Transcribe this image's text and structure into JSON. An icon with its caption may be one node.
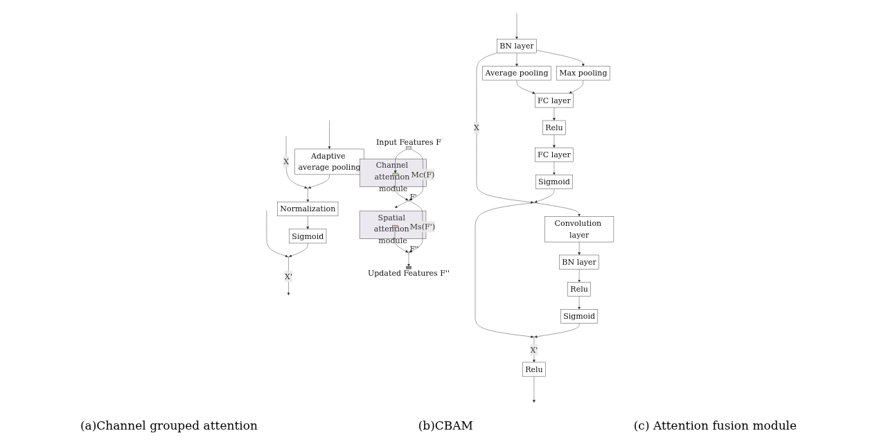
{
  "diagram": {
    "nodes": [
      {
        "text": [
          "Adaptive average pooling"
        ]
      },
      {
        "text": [],
        "shape": "circle"
      },
      {
        "text": [
          "Normalization"
        ]
      },
      {
        "text": [
          "Sigmoid"
        ]
      },
      {
        "text": [],
        "shape": "circle"
      },
      {
        "text": [],
        "shape": "box",
        "beside": [
          "Input Features F"
        ]
      },
      {
        "text": [
          "Channel attention module"
        ]
      },
      {
        "text": [],
        "shape": "box",
        "in": 6
      },
      {
        "text": [],
        "shape": "circle",
        "beside": [
          "F'"
        ]
      },
      {
        "text": [
          "Spatial attention module"
        ]
      },
      {
        "text": [],
        "shape": "box",
        "in": 9
      },
      {
        "text": [],
        "shape": "circle",
        "beside": [
          "F''"
        ]
      },
      {
        "text": [],
        "shape": "box",
        "beside": [
          "Updated Features F''"
        ]
      },
      {
        "text": [
          "BN layer"
        ]
      },
      {
        "text": [
          "Average pooling"
        ]
      },
      {
        "text": [
          "Max pooling"
        ]
      },
      {
        "text": [
          "FC layer"
        ]
      },
      {
        "text": [
          "Relu"
        ]
      },
      {
        "text": [
          "FC layer"
        ]
      },
      {
        "text": [
          "Sigmoid"
        ]
      },
      {
        "text": [],
        "shape": "circle"
      },
      {
        "text": [
          "Convolution layer"
        ]
      },
      {
        "text": [
          "BN layer"
        ]
      },
      {
        "text": [
          "Relu"
        ]
      },
      {
        "text": [
          "Sigmoid"
        ]
      },
      {
        "text": [],
        "shape": "circle"
      },
      {
        "text": [
          "Relu"
        ]
      }
    ],
    "edges": [
      {
        "from": null,
        "to": 0,
        "arrow": "to"
      },
      {
        "from": null,
        "to": 1,
        "arrow": "to",
        "label": "X"
      },
      {
        "from": null,
        "to": 4,
        "arrow": "to"
      },
      {
        "from": 0,
        "to": 1,
        "arrow": "to"
      },
      {
        "from": 1,
        "to": 2,
        "arrow": "to"
      },
      {
        "from": 2,
        "to": 3,
        "arrow": "to"
      },
      {
        "from": 3,
        "to": 4,
        "arrow": "to"
      },
      {
        "from": 4,
        "to": null,
        "arrow": "to",
        "label": "X'"
      },
      {
        "from": 5,
        "to": 7,
        "arrow": "to"
      },
      {
        "from": 7,
        "to": 8,
        "arrow": "to"
      },
      {
        "from": 5,
        "to": 8,
        "arrow": "to",
        "label": "Mc(F)"
      },
      {
        "from": 8,
        "to": 9,
        "arrow": "to"
      },
      {
        "from": 10,
        "to": 11,
        "arrow": "to"
      },
      {
        "from": 8,
        "to": 11,
        "arrow": "to",
        "label": "Ms(F')"
      },
      {
        "from": 11,
        "to": 12,
        "arrow": "to"
      },
      {
        "from": null,
        "to": 13,
        "arrow": "to"
      },
      {
        "from": 13,
        "to": 14,
        "arrow": "to"
      },
      {
        "from": 13,
        "to": 15,
        "arrow": "to"
      },
      {
        "from": 13,
        "to": 20,
        "arrow": "to",
        "label": "X"
      },
      {
        "from": 14,
        "to": 16,
        "arrow": "to"
      },
      {
        "from": 15,
        "to": 16,
        "arrow": "to"
      },
      {
        "from": 16,
        "to": 17,
        "arrow": "to"
      },
      {
        "from": 17,
        "to": 18,
        "arrow": "to"
      },
      {
        "from": 18,
        "to": 19,
        "arrow": "to"
      },
      {
        "from": 19,
        "to": 20,
        "arrow": "to"
      },
      {
        "from": 20,
        "to": 21,
        "arrow": "to"
      },
      {
        "from": 20,
        "to": 25,
        "arrow": "to"
      },
      {
        "from": 21,
        "to": 22,
        "arrow": "to"
      },
      {
        "from": 22,
        "to": 23,
        "arrow": "to"
      },
      {
        "from": 23,
        "to": 24,
        "arrow": "to"
      },
      {
        "from": 24,
        "to": 25,
        "arrow": "to"
      },
      {
        "from": 25,
        "to": 26,
        "arrow": "to",
        "label": "X'"
      },
      {
        "from": 26,
        "to": null,
        "arrow": "to"
      }
    ],
    "labels": [
      "(a)Channel grouped attention",
      "(b)CBAM",
      "(c) Attention fusion module"
    ]
  }
}
